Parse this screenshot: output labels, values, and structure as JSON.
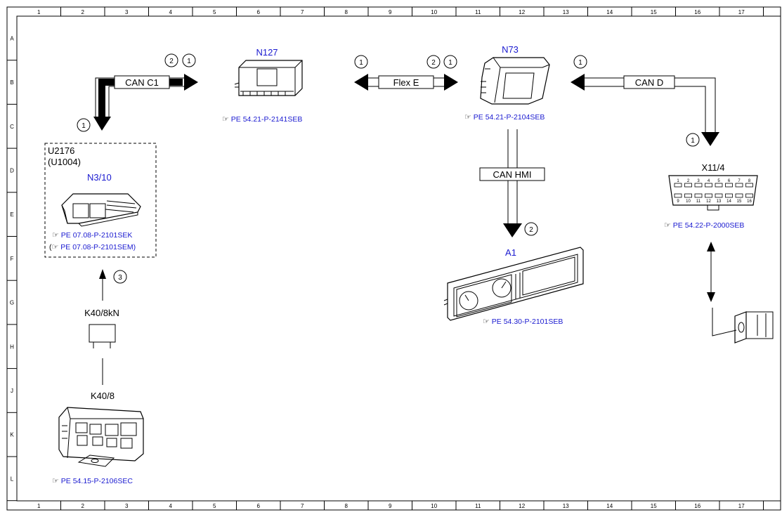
{
  "grid": {
    "columns": [
      "1",
      "2",
      "3",
      "4",
      "5",
      "6",
      "7",
      "8",
      "9",
      "10",
      "11",
      "12",
      "13",
      "14",
      "15",
      "16",
      "17"
    ],
    "rows": [
      "A",
      "B",
      "C",
      "D",
      "E",
      "F",
      "G",
      "H",
      "J",
      "K",
      "L"
    ]
  },
  "components": {
    "u2176": {
      "line1": "U2176",
      "line2": "(U1004)",
      "name": "N3/10",
      "ref1": "PE 07.08-P-2101SEK",
      "ref2_open": "(",
      "ref2": "PE 07.08-P-2101SEM)"
    },
    "n127": {
      "name": "N127",
      "ref": "PE 54.21-P-2141SEB"
    },
    "n73": {
      "name": "N73",
      "ref": "PE 54.21-P-2104SEB"
    },
    "x11_4": {
      "name": "X11/4",
      "ref": "PE 54.22-P-2000SEB",
      "pins_top": [
        "1",
        "2",
        "3",
        "4",
        "5",
        "6",
        "7",
        "8"
      ],
      "pins_bottom": [
        "9",
        "10",
        "11",
        "12",
        "13",
        "14",
        "15",
        "16"
      ]
    },
    "a1": {
      "name": "A1",
      "ref": "PE 54.30-P-2101SEB"
    },
    "k40_8kn": {
      "name": "K40/8kN"
    },
    "k40_8": {
      "name": "K40/8",
      "ref": "PE 54.15-P-2106SEC"
    }
  },
  "buses": {
    "can_c1": "CAN C1",
    "flex_e": "Flex E",
    "can_d": "CAN D",
    "can_hmi": "CAN HMI"
  },
  "callouts": {
    "c1_a": "2",
    "c1_b": "1",
    "c1_down": "1",
    "flex_left": "1",
    "flex_right_a": "2",
    "flex_right_b": "1",
    "cand_left": "1",
    "cand_down": "1",
    "hmi": "2",
    "k40": "3"
  },
  "colors": {
    "reference": "#1a1ad0",
    "component_title": "#1a1ad0"
  }
}
